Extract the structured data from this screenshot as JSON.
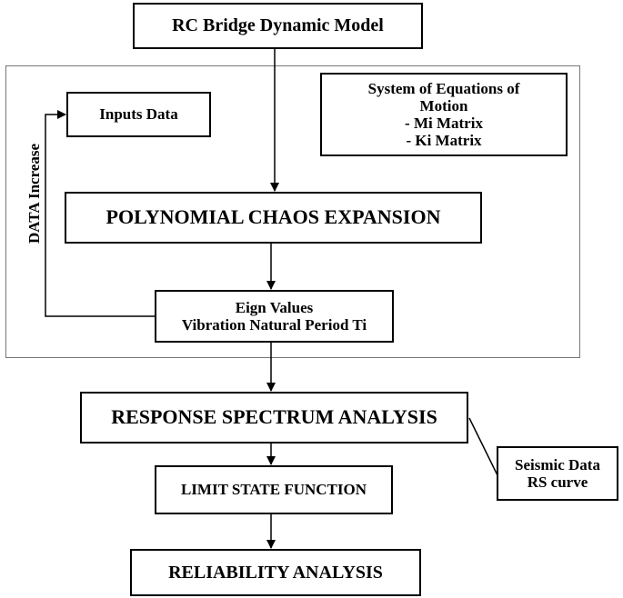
{
  "boxes": {
    "rc_model": "RC Bridge Dynamic Model",
    "inputs_data": "Inputs Data",
    "system_equations": [
      "System of Equations of",
      "Motion",
      "- Mi Matrix",
      "- Ki Matrix"
    ],
    "pce": "POLYNOMIAL CHAOS EXPANSION",
    "eigen": [
      "Eign Values",
      "Vibration Natural Period Ti"
    ],
    "rsa": "RESPONSE SPECTRUM ANALYSIS",
    "seismic": [
      "Seismic Data",
      "RS curve"
    ],
    "lsf": "LIMIT STATE FUNCTION",
    "reliability": "RELIABILITY ANALYSIS"
  },
  "labels": {
    "data_increase": "DATA Increase"
  }
}
